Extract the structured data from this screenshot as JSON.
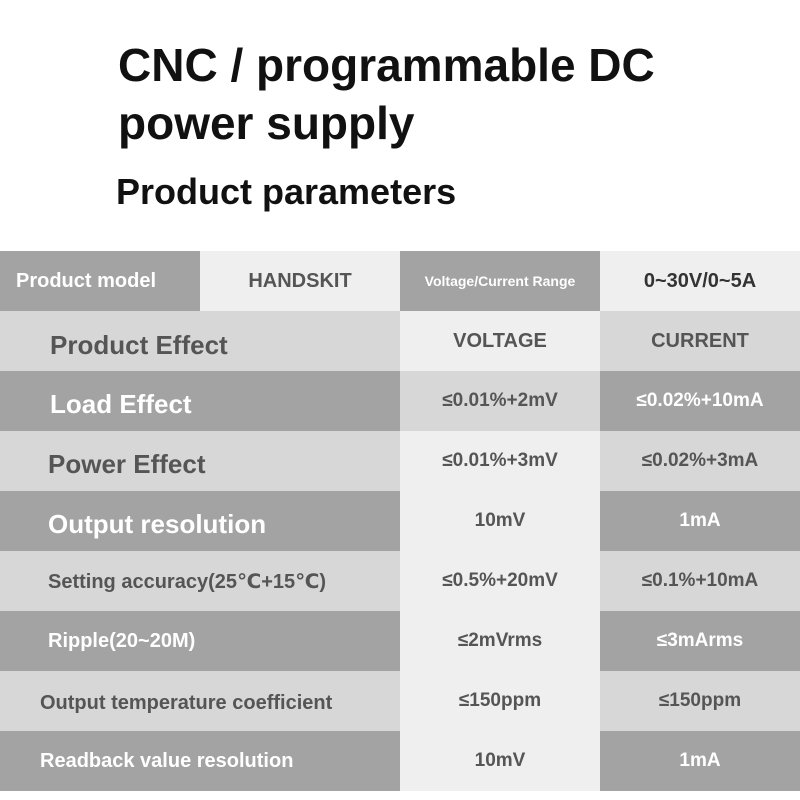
{
  "header": {
    "title_line1": "CNC / programmable DC",
    "title_line2": "power supply",
    "subtitle": "Product parameters"
  },
  "table": {
    "header_row": {
      "model_label": "Product model",
      "model_value": "HANDSKIT",
      "range_label": "Voltage/Current Range",
      "range_value": "0~30V/0~5A"
    },
    "columns": {
      "parameter": "Product Effect",
      "voltage": "VOLTAGE",
      "current": "CURRENT"
    },
    "rows": [
      {
        "label": "Load Effect",
        "voltage": "≤0.01%+2mV",
        "current": "≤0.02%+10mA"
      },
      {
        "label": "Power Effect",
        "voltage": "≤0.01%+3mV",
        "current": "≤0.02%+3mA"
      },
      {
        "label": "Output resolution",
        "voltage": "10mV",
        "current": "1mA"
      },
      {
        "label": "Setting accuracy(25℃+15℃)",
        "voltage": "≤0.5%+20mV",
        "current": "≤0.1%+10mA"
      },
      {
        "label": "Ripple(20~20M)",
        "voltage": "≤2mVrms",
        "current": "≤3mArms"
      },
      {
        "label": "Output temperature coefficient",
        "voltage": "≤150ppm",
        "current": "≤150ppm"
      },
      {
        "label": "Readback value resolution",
        "voltage": "10mV",
        "current": "1mA"
      }
    ]
  },
  "colors": {
    "dark_gray": "#a3a3a3",
    "light_gray": "#d7d7d7",
    "pale_gray": "#efefef",
    "text_dark": "#555555",
    "text_white": "#ffffff"
  }
}
